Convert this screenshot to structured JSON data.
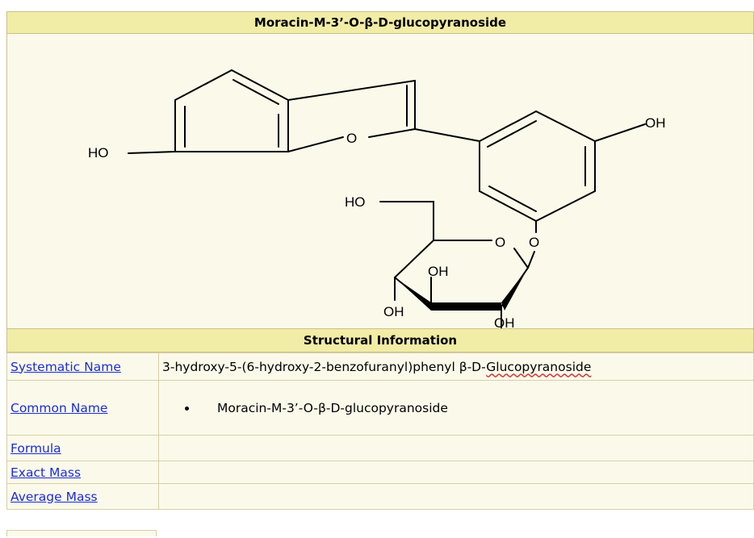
{
  "compound": {
    "title": "Moracin-M-3’-O-β-D-glucopyranoside"
  },
  "structure": {
    "atom_labels": {
      "ho_left": "HO",
      "ring_o": "O",
      "oh_top_right": "OH",
      "ho_sugar": "HO",
      "sugar_ring_o": "O",
      "glycosidic_o": "O",
      "oh_c2": "OH",
      "oh_c3": "OH",
      "oh_c4": "OH"
    }
  },
  "structural_info": {
    "heading": "Structural Information",
    "rows": {
      "systematic_name": {
        "label": "Systematic Name",
        "value_main": "3-hydroxy-5-(6-hydroxy-2-benzofuranyl)phenyl  β-D-",
        "value_flagged": "Glucopyranoside"
      },
      "common_name": {
        "label": "Common Name",
        "values": [
          "Moracin-M-3’-O-β-D-glucopyranoside"
        ]
      },
      "formula": {
        "label": "Formula",
        "value": ""
      },
      "exact_mass": {
        "label": "Exact Mass",
        "value": ""
      },
      "average_mass": {
        "label": "Average Mass",
        "value": ""
      }
    }
  },
  "colors": {
    "header_bg": "#f1eca6",
    "cell_bg": "#fbfaea",
    "link": "#1a2dd6",
    "spell_underline": "#d43a3a"
  }
}
